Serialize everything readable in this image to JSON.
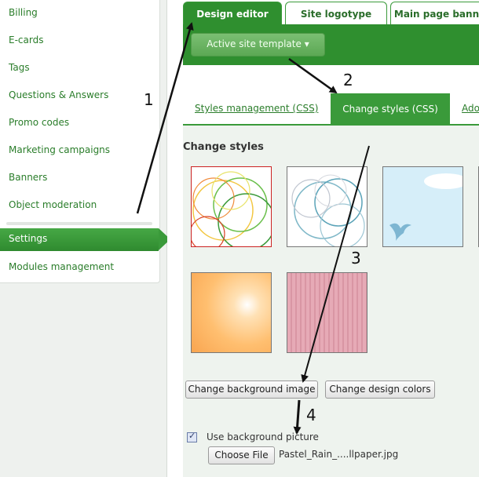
{
  "sidebar": {
    "items": [
      {
        "label": "Billing"
      },
      {
        "label": "E-cards"
      },
      {
        "label": "Tags"
      },
      {
        "label": "Questions & Answers"
      },
      {
        "label": "Promo codes"
      },
      {
        "label": "Marketing campaigns"
      },
      {
        "label": "Banners"
      },
      {
        "label": "Object moderation"
      }
    ],
    "active_label": "Settings",
    "after_label": "Modules management"
  },
  "tabs": [
    {
      "label": "Design editor",
      "active": true
    },
    {
      "label": "Site logotype",
      "active": false
    },
    {
      "label": "Main page bann",
      "active": false
    }
  ],
  "template_button": "Active site template ▾",
  "subnav": {
    "links": [
      "Styles management (CSS)",
      "Ado"
    ],
    "active": "Change styles (CSS)"
  },
  "section_title": "Change styles",
  "thumbnails": [
    "circles-warm",
    "circles-blue",
    "sky-bird",
    "orange-glow",
    "pink-stripes",
    "partial"
  ],
  "buttons": {
    "change_background": "Change background image",
    "change_colors": "Change design colors"
  },
  "checkbox_label": "Use background picture",
  "file_button": "Choose File",
  "file_name": "Pastel_Rain_....llpaper.jpg",
  "annotations": [
    "1",
    "2",
    "3",
    "4"
  ],
  "colors": {
    "accent": "#2f8f2f",
    "sidebar_text": "#2a7d2a"
  }
}
